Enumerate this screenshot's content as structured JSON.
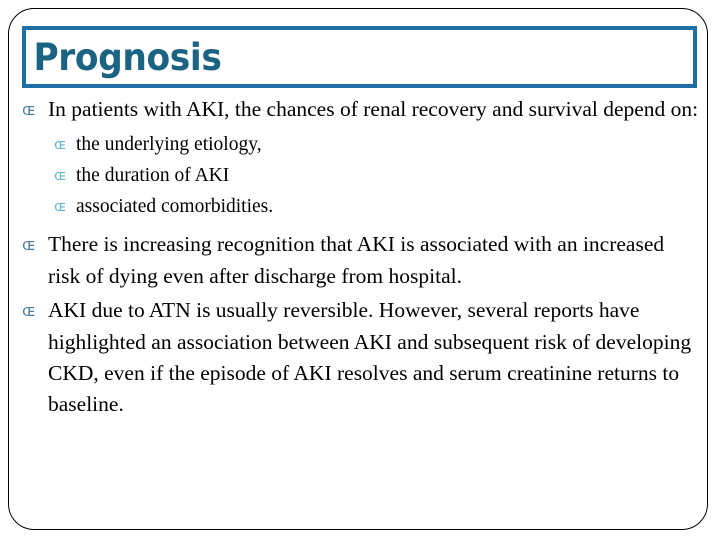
{
  "slide": {
    "title": "Prognosis",
    "title_color": "#1A6383",
    "title_border_color": "#1F6FA5",
    "frame_color": "#000000",
    "background_color": "#FFFFFF",
    "body_text_color": "#000000",
    "bullet_level1_color": "#4E7E9B",
    "bullet_level2_color": "#63B6C9",
    "bullet_glyph": "ɶ",
    "bullet_glyph_name": "ornamental-loop-bullet",
    "content": [
      {
        "level": 1,
        "text": "In patients with AKI, the chances of renal recovery and survival depend on:"
      },
      {
        "level": 2,
        "text": "the underlying etiology,"
      },
      {
        "level": 2,
        "text": "the duration of AKI"
      },
      {
        "level": 2,
        "text": "associated comorbidities."
      },
      {
        "level": 1,
        "text": "There is increasing recognition that AKI is associated with an increased risk of dying even after discharge from hospital."
      },
      {
        "level": 1,
        "text": "AKI due to ATN is usually reversible. However, several reports have highlighted an association between AKI and subsequent risk of developing CKD, even if the episode of AKI resolves and serum creatinine returns to baseline."
      }
    ]
  }
}
